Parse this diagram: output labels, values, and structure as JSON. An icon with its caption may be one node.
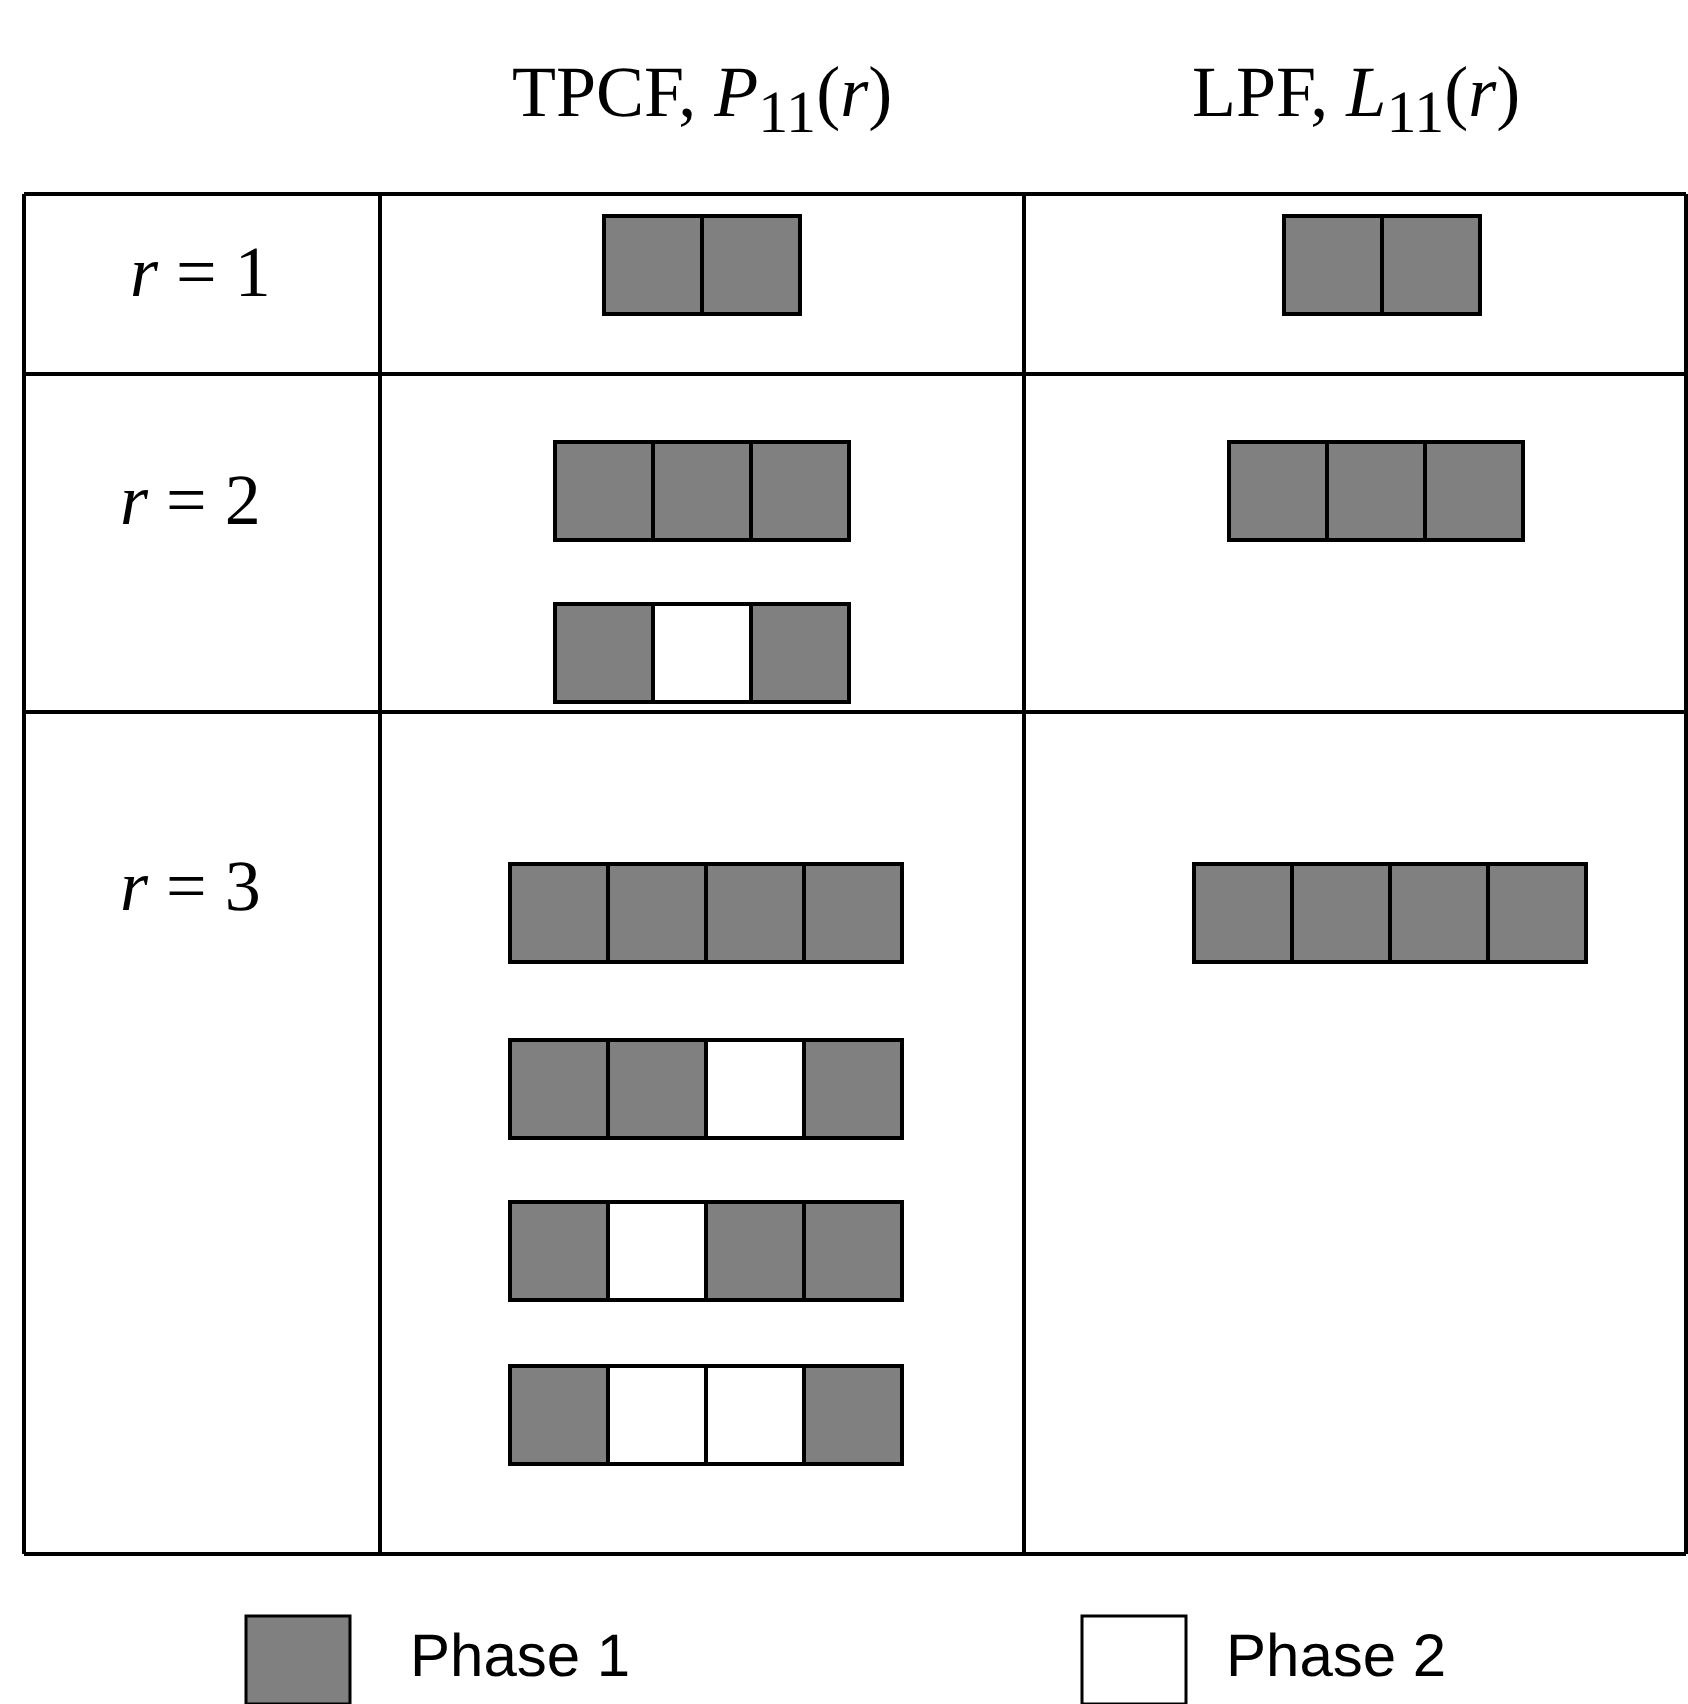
{
  "diagram": {
    "labels": [
      "TPCF, *P*$_{11}$(*r*)",
      "LPF, *L*$_{11}$(*r*)",
      "*r* = 1",
      "*r* = 2",
      "*r* = 3"
    ],
    "legend": [
      {
        "text": "Phase 1",
        "color": "#808080"
      },
      {
        "text": "Phase 2",
        "color": "#ffffff"
      }
    ]
  }
}
